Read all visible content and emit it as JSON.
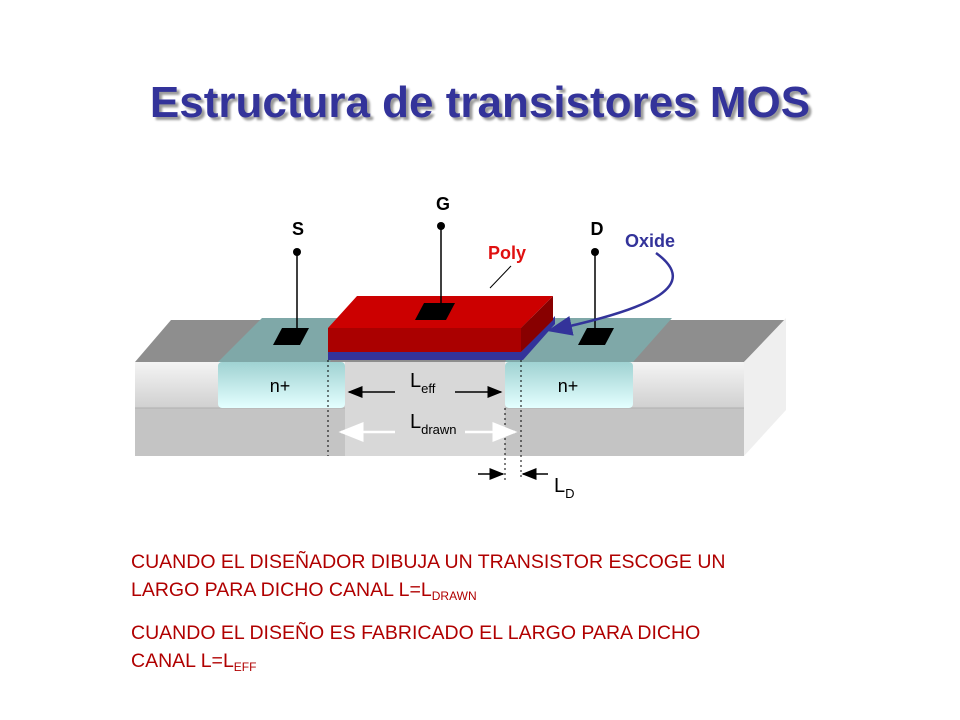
{
  "title": "Estructura de transistores MOS",
  "diagram": {
    "terminal_source": "S",
    "terminal_gate": "G",
    "terminal_drain": "D",
    "label_poly": "Poly",
    "label_oxide": "Oxide",
    "label_n_left": "n+",
    "label_n_right": "n+",
    "l_eff_main": "L",
    "l_eff_sub": "eff",
    "l_drawn_main": "L",
    "l_drawn_sub": "drawn",
    "l_d_main": "L",
    "l_d_sub": "D"
  },
  "text": {
    "para1_line1": "CUANDO EL DISEÑADOR DIBUJA UN TRANSISTOR ESCOGE UN",
    "para1_line2": "LARGO PARA DICHO CANAL  L=L",
    "para1_sub": "DRAWN",
    "para2_line1": "CUANDO EL DISEÑO ES FABRICADO EL LARGO PARA DICHO",
    "para2_line2": "CANAL L=L",
    "para2_sub": "EFF"
  },
  "colors": {
    "title": "#33339a",
    "body_text": "#b00000",
    "poly": "#cc0000",
    "oxide": "#33339a",
    "n_plus": "#c8f0f0"
  }
}
